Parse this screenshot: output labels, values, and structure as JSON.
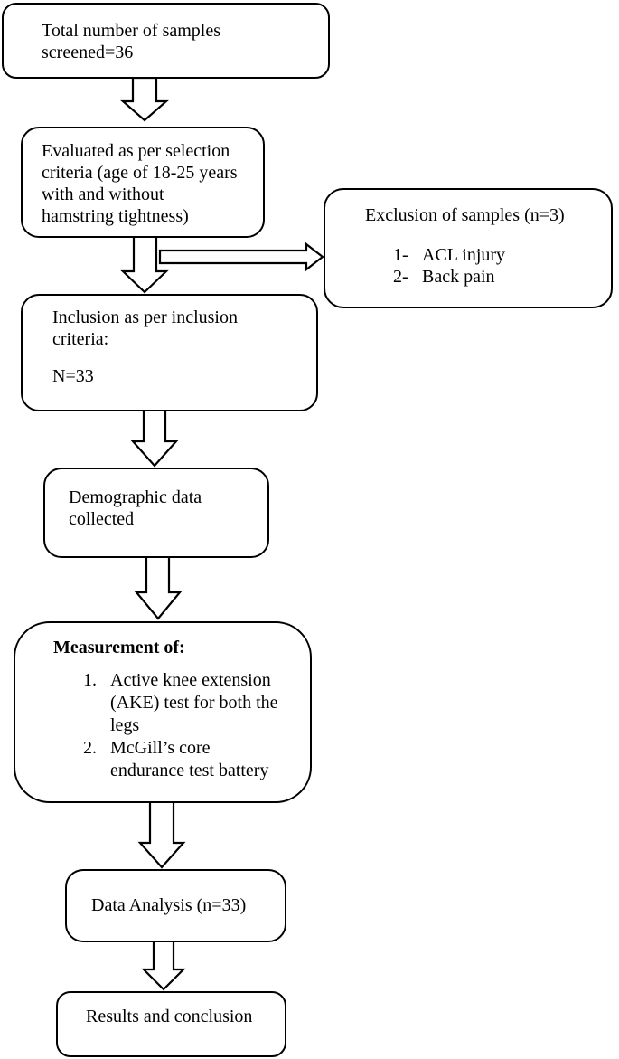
{
  "figure": {
    "background": "#ffffff",
    "stroke_color": "#000000",
    "boxes": {
      "screened": {
        "text": "Total number of samples\nscreened=36"
      },
      "evaluated": {
        "text": "Evaluated as per selection\ncriteria (age of 18-25 years\nwith and without\nhamstring tightness)"
      },
      "exclusion": {
        "title": "Exclusion of samples (n=3)",
        "items": [
          {
            "marker": "1-",
            "text": "ACL injury"
          },
          {
            "marker": "2-",
            "text": "Back pain"
          }
        ]
      },
      "inclusion": {
        "text": "Inclusion as per inclusion\ncriteria:",
        "count": "N=33"
      },
      "demographic": {
        "text": "Demographic data\ncollected"
      },
      "measurement": {
        "title": "Measurement of:",
        "items": [
          {
            "marker": "1.",
            "text": "Active knee extension\n(AKE) test for both the\nlegs"
          },
          {
            "marker": "2.",
            "text": "McGill’s core\nendurance test battery"
          }
        ]
      },
      "analysis": {
        "text": "Data Analysis (n=33)"
      },
      "results": {
        "text": "Results and conclusion"
      }
    }
  }
}
